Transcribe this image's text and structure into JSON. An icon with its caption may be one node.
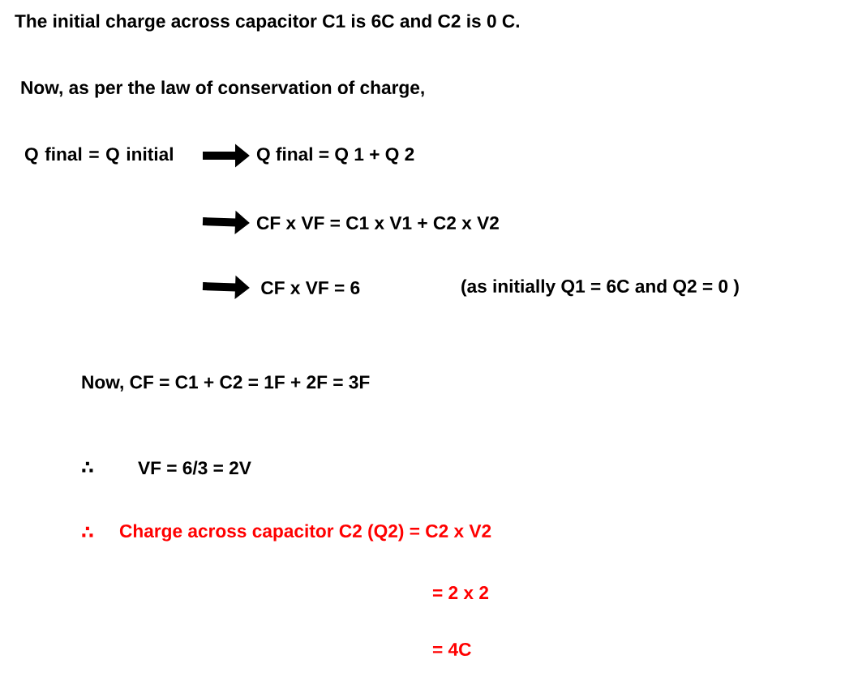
{
  "diagram": {
    "nodes": [
      {
        "text": [
          "Q final = Q initial"
        ]
      },
      {
        "text": [
          "Q final = Q 1 + Q 2"
        ]
      },
      {
        "text": [
          "CF x VF = C1 x V1 + C2 x V2"
        ]
      },
      {
        "text": [
          "CF x VF = 6"
        ]
      }
    ],
    "edges": [
      {
        "from": 0,
        "to": 1,
        "arrow": "to"
      },
      {
        "from": null,
        "to": 2,
        "arrow": "to"
      },
      {
        "from": null,
        "to": 3,
        "arrow": "to"
      }
    ],
    "labels": [
      "The initial charge across capacitor C1 is 6C and C2 is 0 C.",
      "Now, as per the law of conservation of charge,",
      "(as initially Q1 = 6C and Q2 = 0 )",
      "Now, CF = C1 + C2 = 1F + 2F = 3F",
      "∴",
      "VF = 6/3 = 2V",
      "∴",
      "Charge across capacitor C2 (Q2) = C2 x V2",
      "= 2 x 2",
      "= 4C"
    ]
  }
}
